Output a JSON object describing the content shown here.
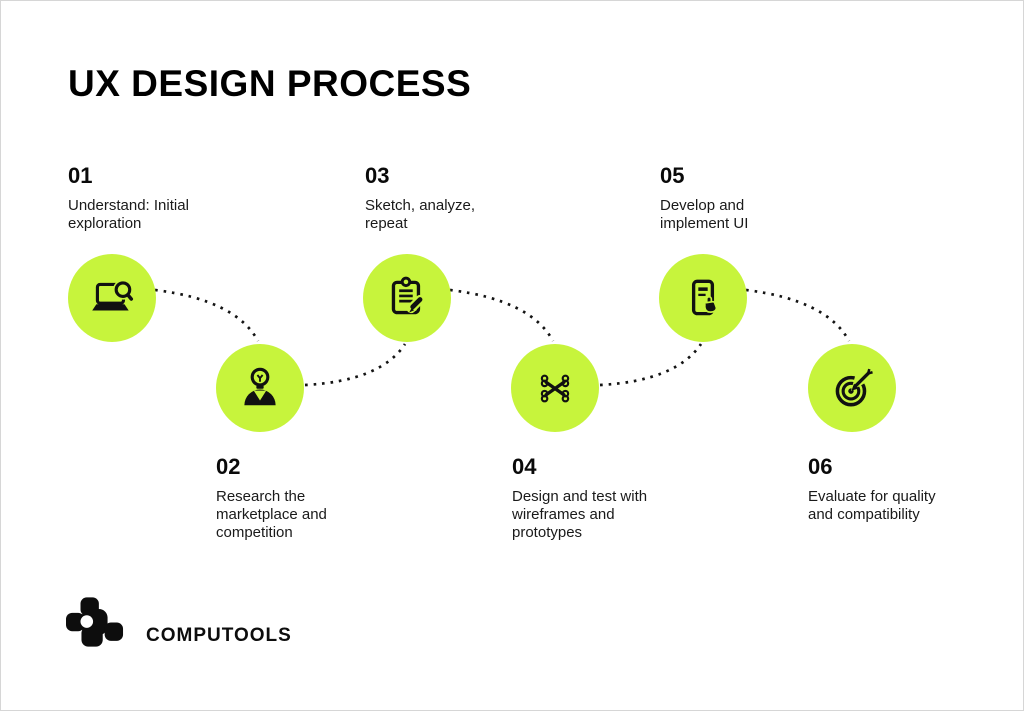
{
  "title": "UX DESIGN PROCESS",
  "accent_color": "#c7f43c",
  "text_color": "#101010",
  "steps": [
    {
      "number": "01",
      "description": "Understand: Initial exploration",
      "icon": "laptop-search-icon"
    },
    {
      "number": "02",
      "description": "Research the marketplace and competition",
      "icon": "person-idea-icon"
    },
    {
      "number": "03",
      "description": "Sketch, analyze, repeat",
      "icon": "clipboard-pencil-icon"
    },
    {
      "number": "04",
      "description": "Design and test with wireframes and prototypes",
      "icon": "crossed-tools-icon"
    },
    {
      "number": "05",
      "description": "Develop and implement UI",
      "icon": "phone-tap-icon"
    },
    {
      "number": "06",
      "description": "Evaluate for quality and compatibility",
      "icon": "target-arrow-icon"
    }
  ],
  "footer": {
    "brand": "COMPUTOOLS",
    "logo": "computools-logo-icon"
  }
}
